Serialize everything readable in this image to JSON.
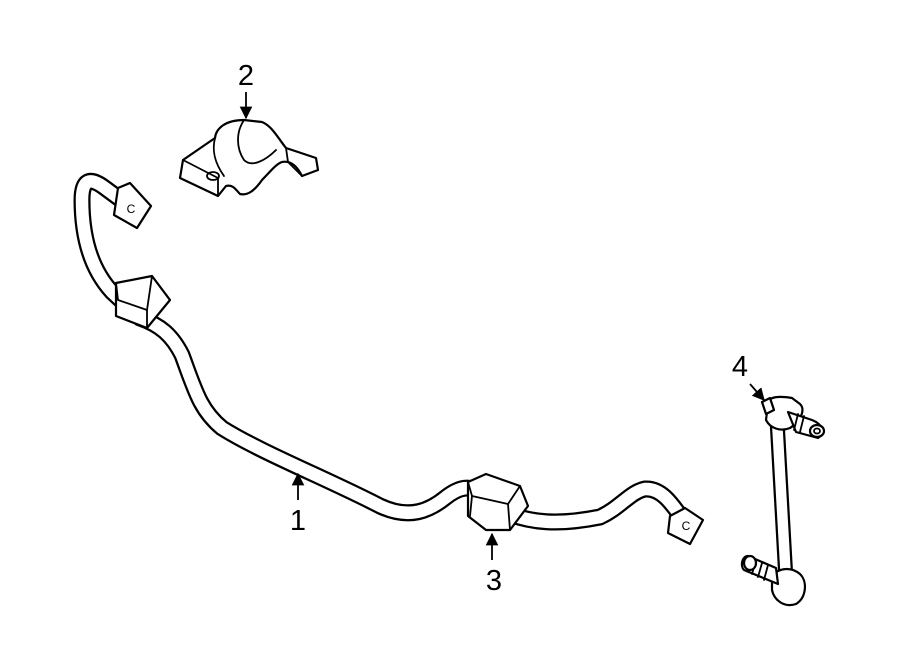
{
  "diagram": {
    "callouts": [
      {
        "id": "1",
        "label": "1"
      },
      {
        "id": "2",
        "label": "2"
      },
      {
        "id": "3",
        "label": "3"
      },
      {
        "id": "4",
        "label": "4"
      }
    ],
    "end_marks": [
      {
        "id": "left",
        "label": "C"
      },
      {
        "id": "right",
        "label": "C"
      }
    ]
  }
}
